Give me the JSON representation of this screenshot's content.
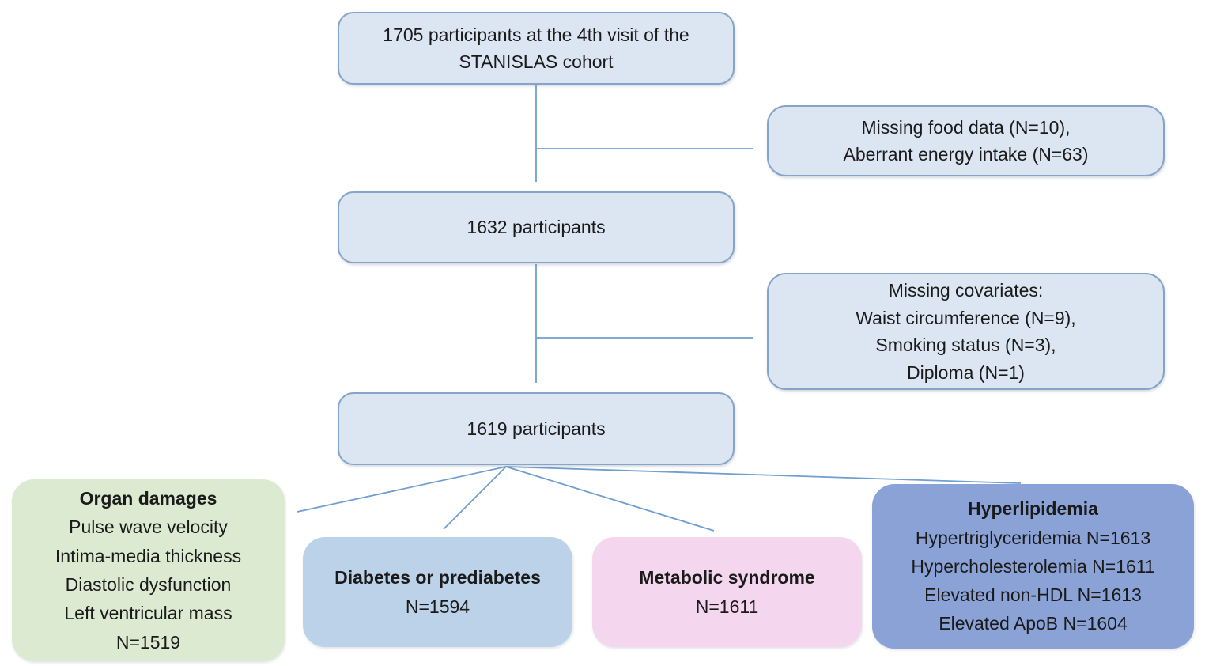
{
  "figure": {
    "type": "study-flow-diagram",
    "boxes": {
      "top": {
        "line1": "1705 participants at the 4th visit of the",
        "line2": "STANISLAS cohort",
        "fill": "#dce6f2",
        "border": "#86a4c8"
      },
      "exclusion1": {
        "line1": "Missing food data (N=10),",
        "line2": "Aberrant energy intake (N=63)",
        "fill": "#dce6f2",
        "border": "#86a4c8"
      },
      "participants_1632": {
        "text": "1632 participants",
        "fill": "#dce6f2",
        "border": "#86a4c8"
      },
      "exclusion2": {
        "line1": "Missing covariates:",
        "line2": "Waist circumference (N=9),",
        "line3": "Smoking status (N=3),",
        "line4": "Diploma (N=1)",
        "fill": "#dce6f2",
        "border": "#86a4c8"
      },
      "participants_1619": {
        "text": "1619 participants",
        "fill": "#dce6f2",
        "border": "#86a4c8"
      },
      "organ_damages": {
        "title": "Organ damages",
        "line1": "Pulse wave velocity",
        "line2": "Intima-media thickness",
        "line3": "Diastolic dysfunction",
        "line4": "Left ventricular mass",
        "line5": "N=1519",
        "fill": "#dcead2"
      },
      "diabetes": {
        "title": "Diabetes or prediabetes",
        "line1": "N=1594",
        "fill": "#bcd2e8"
      },
      "metabolic": {
        "title": "Metabolic syndrome",
        "line1": "N=1611",
        "fill": "#f4d7ee"
      },
      "hyperlipidemia": {
        "title": "Hyperlipidemia",
        "line1": "Hypertriglyceridemia N=1613",
        "line2": "Hypercholesterolemia N=1611",
        "line3": "Elevated non-HDL N=1613",
        "line4": "Elevated ApoB N=1604",
        "fill": "#8ba2d7"
      }
    },
    "arrow_color": "#6f9ecf"
  }
}
